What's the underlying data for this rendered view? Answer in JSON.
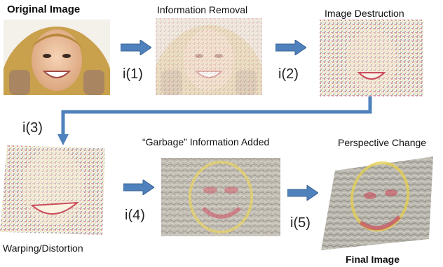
{
  "stages": {
    "original": "Original Image",
    "info_removal": "Information Removal",
    "destruction": "Image Destruction",
    "warping": "Warping/Distortion",
    "garbage": "“Garbage” Information Added",
    "perspective": "Perspective Change",
    "final": "Final Image"
  },
  "steps": {
    "s1": "i(1)",
    "s2": "i(2)",
    "s3": "i(3)",
    "s4": "i(4)",
    "s5": "i(5)"
  },
  "colors": {
    "arrow": "#4f81bd",
    "arrow_stroke": "#3a6394"
  },
  "icons": [
    "right-arrow-icon",
    "elbow-arrow-icon"
  ]
}
